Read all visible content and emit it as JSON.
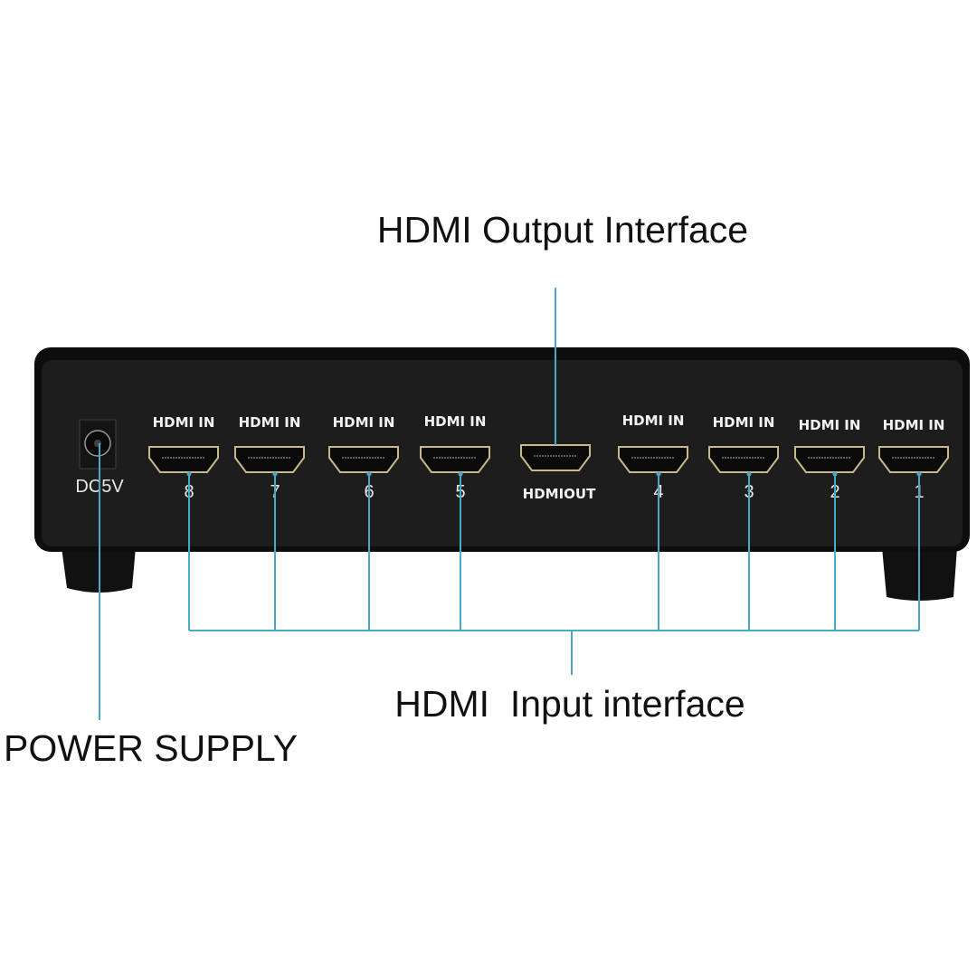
{
  "callouts": {
    "output": "HDMI Output Interface",
    "input": "HDMI  Input interface",
    "power": "POWER SUPPLY"
  },
  "panel": {
    "power_label": "DC5V",
    "output_label": "HDMIOUT",
    "input_ports": [
      {
        "label": "HDMI IN",
        "number": "8"
      },
      {
        "label": "HDMI IN",
        "number": "7"
      },
      {
        "label": "HDMI IN",
        "number": "6"
      },
      {
        "label": "HDMI IN",
        "number": "5"
      },
      {
        "label": "HDMI IN",
        "number": "4"
      },
      {
        "label": "HDMI IN",
        "number": "3"
      },
      {
        "label": "HDMI IN",
        "number": "2"
      },
      {
        "label": "HDMI IN",
        "number": "1"
      }
    ]
  },
  "colors": {
    "leader_line": "#4aa8c8",
    "device_body": "#1c1c1c",
    "port_gold": "#c8b88a"
  }
}
